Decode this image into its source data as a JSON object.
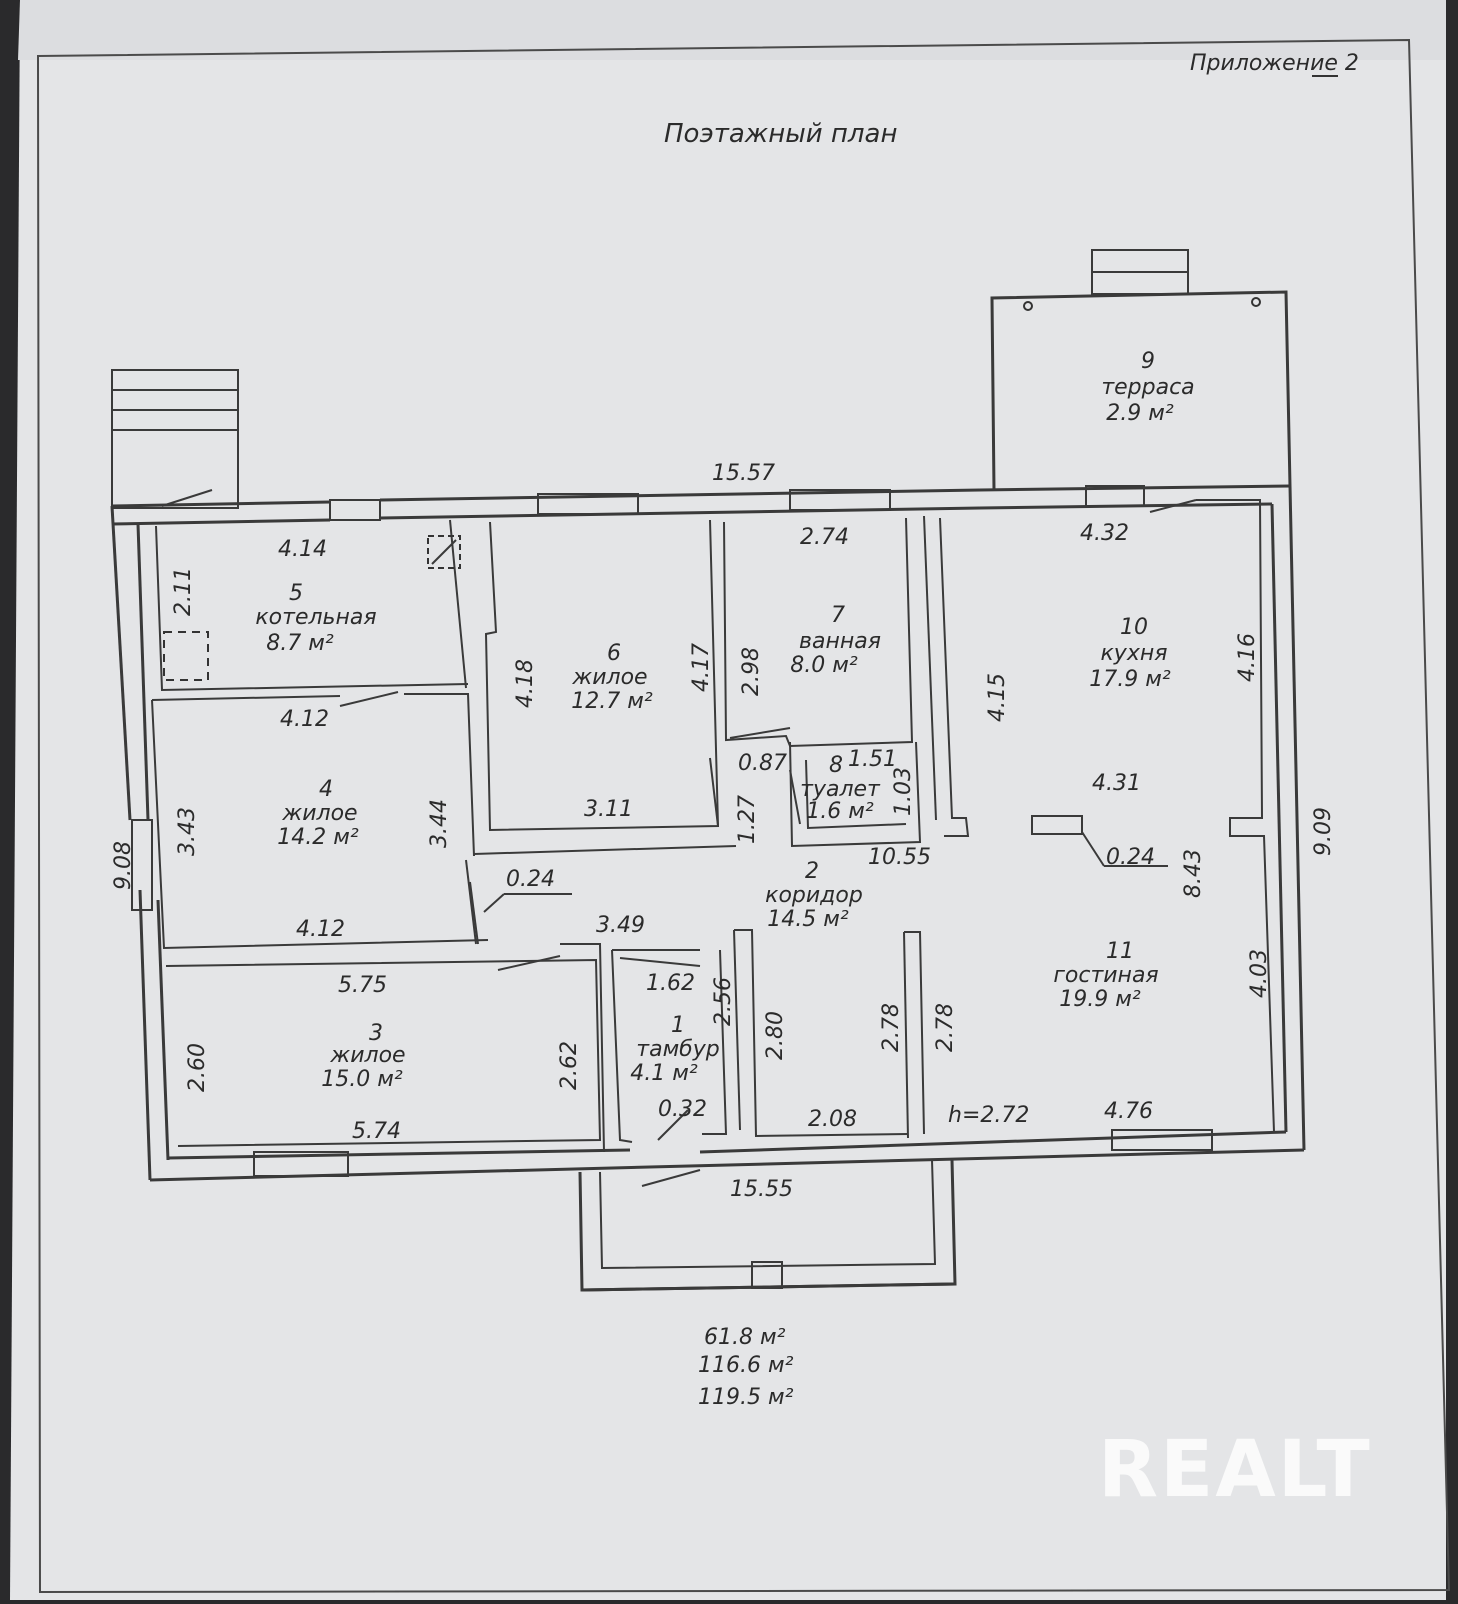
{
  "header": {
    "appendix": "Приложение 2",
    "title": "Поэтажный план"
  },
  "rooms": [
    {
      "num": "1",
      "name": "тамбур",
      "area": "4.1 м²"
    },
    {
      "num": "2",
      "name": "коридор",
      "area": "14.5 м²"
    },
    {
      "num": "3",
      "name": "жилое",
      "area": "15.0 м²"
    },
    {
      "num": "4",
      "name": "жилое",
      "area": "14.2 м²"
    },
    {
      "num": "5",
      "name": "котельная",
      "area": "8.7 м²"
    },
    {
      "num": "6",
      "name": "жилое",
      "area": "12.7 м²"
    },
    {
      "num": "7",
      "name": "ванная",
      "area": "8.0 м²"
    },
    {
      "num": "8",
      "name": "туалет",
      "area": "1.6 м²"
    },
    {
      "num": "9",
      "name": "терраса",
      "area": "2.9 м²"
    },
    {
      "num": "10",
      "name": "кухня",
      "area": "17.9 м²"
    },
    {
      "num": "11",
      "name": "гостиная",
      "area": "19.9 м²"
    }
  ],
  "dimensions": {
    "top_overall": "15.57",
    "bottom_overall": "15.55",
    "left_overall": "9.08",
    "right_overall": "9.09",
    "r5_top": "4.14",
    "r5_side": "2.11",
    "r4_top": "4.12",
    "r4_bottom": "4.12",
    "r4_left": "3.43",
    "r4_right": "3.44",
    "r6_left": "4.18",
    "r6_right": "4.17",
    "r6_bottom": "3.11",
    "r7_top": "2.74",
    "r7_left": "2.98",
    "r8_w": "1.51",
    "r8_h": "1.03",
    "door_087": "0.87",
    "corr_127": "1.27",
    "r10_top": "4.32",
    "r10_left": "4.15",
    "r10_right": "4.16",
    "r10_bottom": "4.31",
    "wall_024_a": "0.24",
    "wall_024_b": "0.24",
    "corr_1055": "10.55",
    "r11_h": "8.43",
    "corr_349": "3.49",
    "r3_top": "5.75",
    "r3_bottom": "5.74",
    "r3_left": "2.60",
    "r3_right": "2.62",
    "r1_top": "1.62",
    "r1_right": "2.56",
    "r1_door": "0.32",
    "corr_280": "2.80",
    "corr_278_a": "2.78",
    "corr_278_b": "2.78",
    "corr_208": "2.08",
    "ceiling": "h=2.72",
    "r11_bottom": "4.76",
    "r11_right": "4.03"
  },
  "totals": {
    "living": "61.8 м²",
    "total": "116.6 м²",
    "with_terrace": "119.5 м²"
  },
  "watermark": "REALT"
}
